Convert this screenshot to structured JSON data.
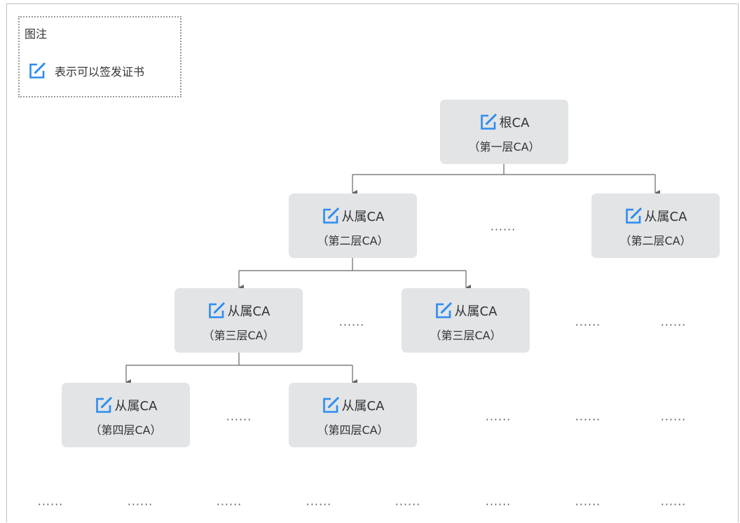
{
  "legend": {
    "title": "图注",
    "icon": "edit-icon",
    "text": "表示可以签发证书"
  },
  "icon_color": "#2d8cf0",
  "nodes": {
    "root": {
      "name": "根CA",
      "level": "（第一层CA）"
    },
    "l2_left": {
      "name": "从属CA",
      "level": "（第二层CA）"
    },
    "l2_right": {
      "name": "从属CA",
      "level": "（第二层CA）"
    },
    "l3_left": {
      "name": "从属CA",
      "level": "（第三层CA）"
    },
    "l3_right": {
      "name": "从属CA",
      "level": "（第三层CA）"
    },
    "l4_left": {
      "name": "从属CA",
      "level": "（第四层CA）"
    },
    "l4_right": {
      "name": "从属CA",
      "level": "（第四层CA）"
    }
  },
  "ellipsis": "······"
}
